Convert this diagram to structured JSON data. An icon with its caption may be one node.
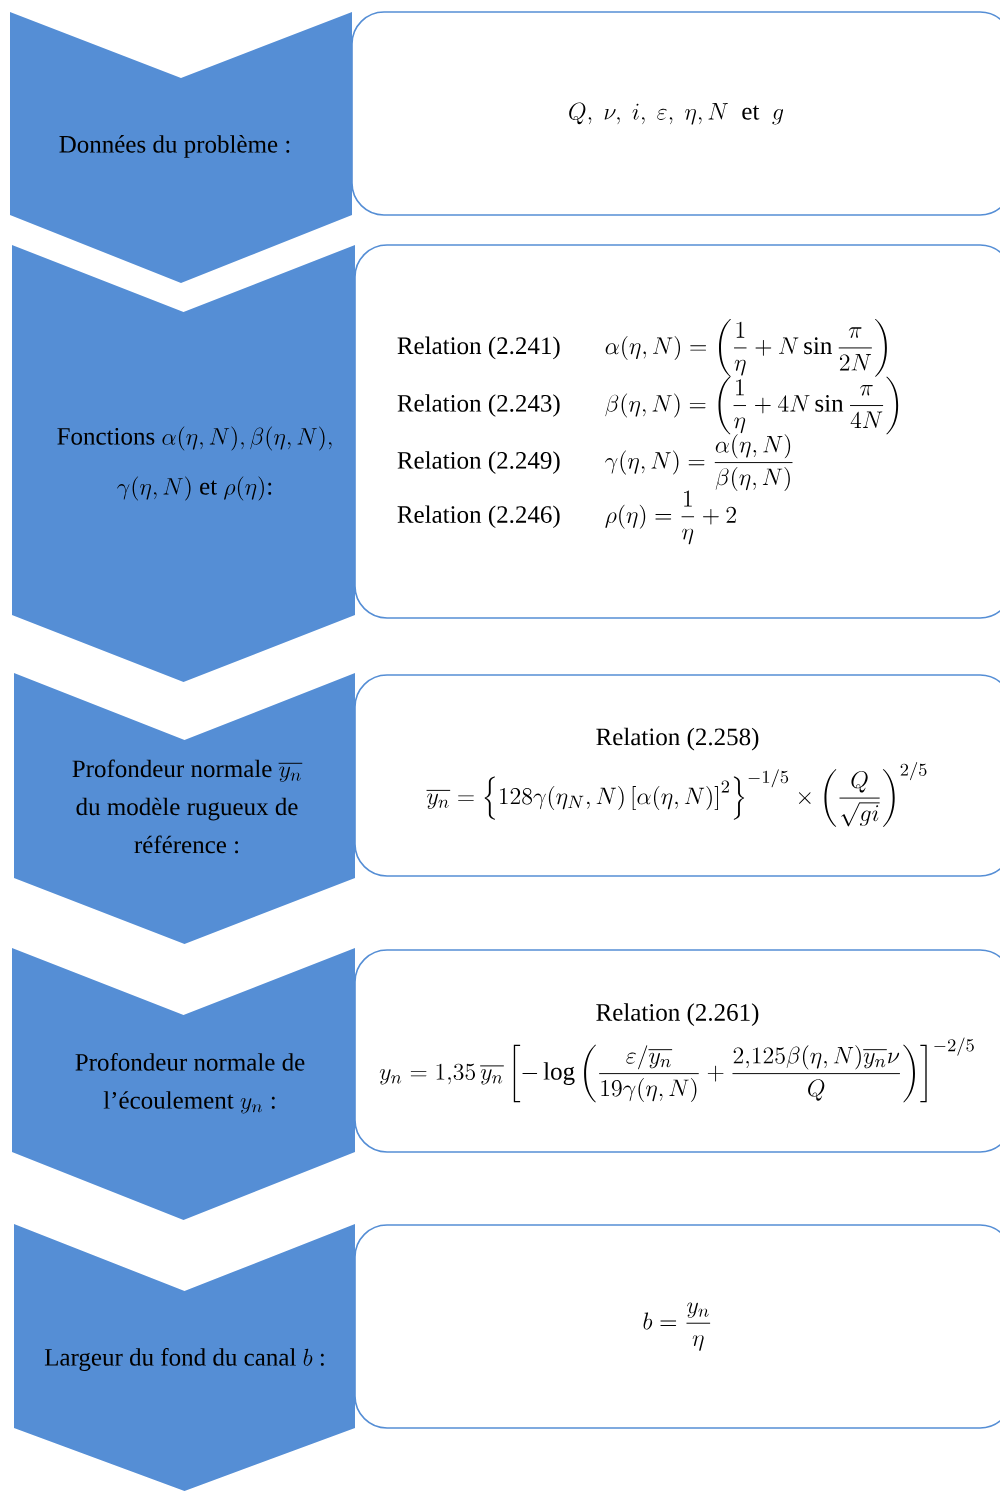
{
  "diagram": {
    "nodes": [
      {
        "text": [
          "Données du problème :"
        ]
      },
      {
        "text": [
          "Q,\\ \\nu,\\ i,\\ \\varepsilon,\\ \\eta,N\\ \\text{ et }\\ g"
        ]
      },
      {
        "text": [
          "\\begin{array}{c}\\text{Fonctions }\\alpha(\\eta,N),\\beta(\\eta,N),\\\\[10pt]\\gamma(\\eta,N)\\text{ et }\\rho(\\eta)\\text{:}\\end{array}"
        ]
      },
      {
        "text": [
          "Relation (2.241)",
          "\\alpha(\\eta,N)=\\left(\\frac{1}{\\eta}+N\\sin\\frac{\\pi}{2N}\\right)",
          "Relation (2.243)",
          "\\beta(\\eta,N)=\\left(\\frac{1}{\\eta}+4N\\sin\\frac{\\pi}{4N}\\right)",
          "Relation (2.249)",
          "\\gamma(\\eta,N)=\\frac{\\alpha(\\eta,N)}{\\beta(\\eta,N)}",
          "Relation (2.246)",
          "\\rho(\\eta)=\\frac{1}{\\eta}+2"
        ]
      },
      {
        "text": [
          "\\begin{array}{c}\\text{Profondeur normale }\\overline{y_n}\\\\[4pt]\\text{du modèle rugueux de}\\\\[4pt]\\text{référence :}\\end{array}"
        ]
      },
      {
        "text": [
          "Relation (2.258)",
          "\\overline{y_n}=\\left\\{128\\gamma(\\eta_N,N)\\left[\\alpha(\\eta,N)\\right]^2\\right\\}^{-1/5}\\times\\left(\\frac{Q}{\\sqrt{gi}}\\right)^{2/5}"
        ]
      },
      {
        "text": [
          "\\begin{array}{c}\\text{Profondeur normale de}\\\\[4pt]\\text{l’écoulement }y_n\\text{ :}\\end{array}"
        ]
      },
      {
        "text": [
          "Relation (2.261)",
          "y_n=1{,}35\\,\\overline{y_n}\\left[-\\log\\left(\\frac{\\varepsilon/\\overline{y_n}}{19\\gamma(\\eta,N)}+\\frac{2{,}125\\beta(\\eta,N)\\overline{y_n}\\nu}{Q}\\right)\\right]^{-2/5}"
        ]
      },
      {
        "text": [
          "\\text{Largeur du fond du canal }b\\text{ :}"
        ]
      },
      {
        "text": [
          "b=\\frac{y_n}{\\eta}"
        ]
      }
    ]
  }
}
